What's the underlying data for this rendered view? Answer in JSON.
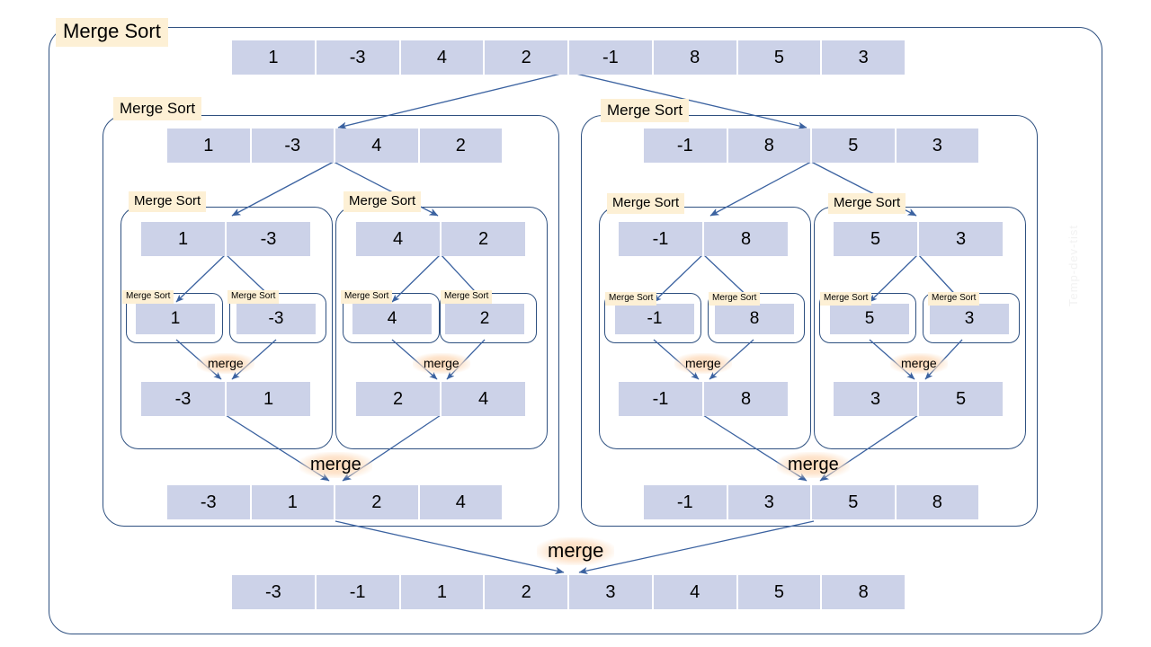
{
  "diagram": {
    "title": "Merge Sort",
    "recursion_label": "Merge Sort",
    "merge_label": "merge",
    "watermark": "Temp-dev-tist",
    "colors": {
      "cell_fill": "#ccd2e8",
      "container_border": "#2e5080",
      "label_bg": "#fdf0d5",
      "merge_bg": "#fdd6b2",
      "arrow": "#3b62a0"
    }
  },
  "levels": {
    "level1_input": {
      "label": "Merge Sort",
      "values": [
        "1",
        "-3",
        "4",
        "2",
        "-1",
        "8",
        "5",
        "3"
      ]
    },
    "level2": [
      {
        "label": "Merge Sort",
        "values": [
          "1",
          "-3",
          "4",
          "2"
        ]
      },
      {
        "label": "Merge Sort",
        "values": [
          "-1",
          "8",
          "5",
          "3"
        ]
      }
    ],
    "level3": [
      {
        "label": "Merge Sort",
        "values": [
          "1",
          "-3"
        ]
      },
      {
        "label": "Merge Sort",
        "values": [
          "4",
          "2"
        ]
      },
      {
        "label": "Merge Sort",
        "values": [
          "-1",
          "8"
        ]
      },
      {
        "label": "Merge Sort",
        "values": [
          "5",
          "3"
        ]
      }
    ],
    "level4_leaves": [
      {
        "label": "Merge Sort",
        "values": [
          "1"
        ]
      },
      {
        "label": "Merge Sort",
        "values": [
          "-3"
        ]
      },
      {
        "label": "Merge Sort",
        "values": [
          "4"
        ]
      },
      {
        "label": "Merge Sort",
        "values": [
          "2"
        ]
      },
      {
        "label": "Merge Sort",
        "values": [
          "-1"
        ]
      },
      {
        "label": "Merge Sort",
        "values": [
          "8"
        ]
      },
      {
        "label": "Merge Sort",
        "values": [
          "5"
        ]
      },
      {
        "label": "Merge Sort",
        "values": [
          "3"
        ]
      }
    ],
    "merge_level3": [
      {
        "label": "merge",
        "values": [
          "-3",
          "1"
        ]
      },
      {
        "label": "merge",
        "values": [
          "2",
          "4"
        ]
      },
      {
        "label": "merge",
        "values": [
          "-1",
          "8"
        ]
      },
      {
        "label": "merge",
        "values": [
          "3",
          "5"
        ]
      }
    ],
    "merge_level2": [
      {
        "label": "merge",
        "values": [
          "-3",
          "1",
          "2",
          "4"
        ]
      },
      {
        "label": "merge",
        "values": [
          "-1",
          "3",
          "5",
          "8"
        ]
      }
    ],
    "merge_level1": {
      "label": "merge",
      "values": [
        "-3",
        "-1",
        "1",
        "2",
        "3",
        "4",
        "5",
        "8"
      ]
    }
  }
}
